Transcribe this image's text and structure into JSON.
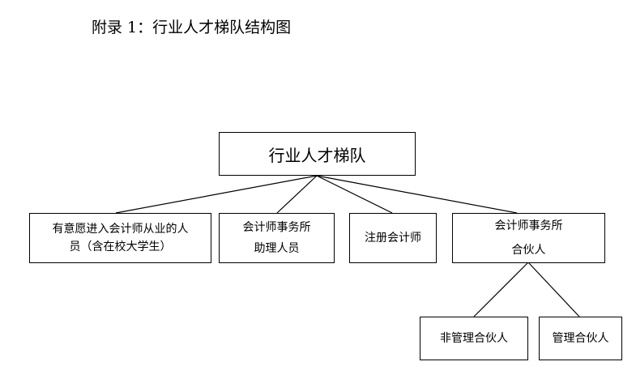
{
  "page_title": "附录 1：行业人才梯队结构图",
  "root": {
    "label": "行业人才梯队"
  },
  "children": [
    {
      "lines": [
        "有意愿进入会计师从业的人",
        "员（含在校大学生）"
      ]
    },
    {
      "lines": [
        "会计师事务所",
        "助理人员"
      ]
    },
    {
      "lines": [
        "注册会计师"
      ]
    },
    {
      "lines": [
        "会计师事务所",
        "合伙人"
      ]
    }
  ],
  "partner_children": [
    {
      "lines": [
        "非管理合伙人"
      ]
    },
    {
      "lines": [
        "管理合伙人"
      ]
    }
  ]
}
